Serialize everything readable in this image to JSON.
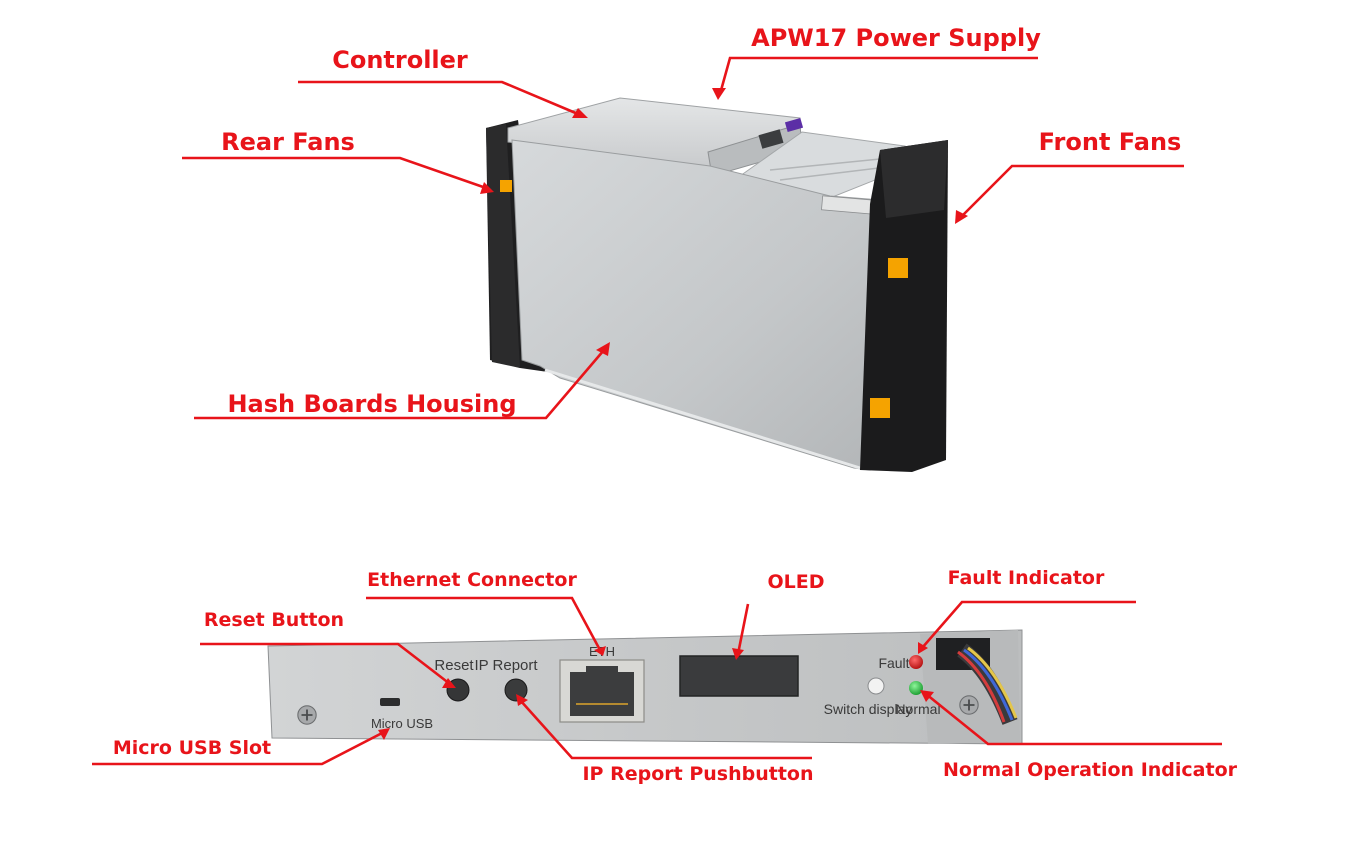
{
  "callouts": {
    "controller": "Controller",
    "power_supply": "APW17 Power Supply",
    "rear_fans": "Rear Fans",
    "front_fans": "Front Fans",
    "hash_boards": "Hash Boards Housing",
    "ethernet": "Ethernet Connector",
    "oled": "OLED",
    "fault_indicator": "Fault Indicator",
    "reset_button": "Reset Button",
    "micro_usb_slot": "Micro USB Slot",
    "ip_report_pushbutton": "IP Report Pushbutton",
    "normal_indicator": "Normal Operation Indicator"
  },
  "panel_labels": {
    "reset": "Reset",
    "ip_report": "IP Report",
    "eth": "ETH",
    "fault": "Fault",
    "switch_display": "Switch display",
    "normal": "Normal",
    "micro_usb": "Micro USB"
  },
  "colors": {
    "callout": "#e8141a",
    "fan_warning": "#f5a300",
    "fault_led": "#d81414",
    "normal_led": "#22b83a",
    "housing": "#c9ccce"
  },
  "icons": [
    "hazard-warning-icon",
    "screw-icon"
  ]
}
